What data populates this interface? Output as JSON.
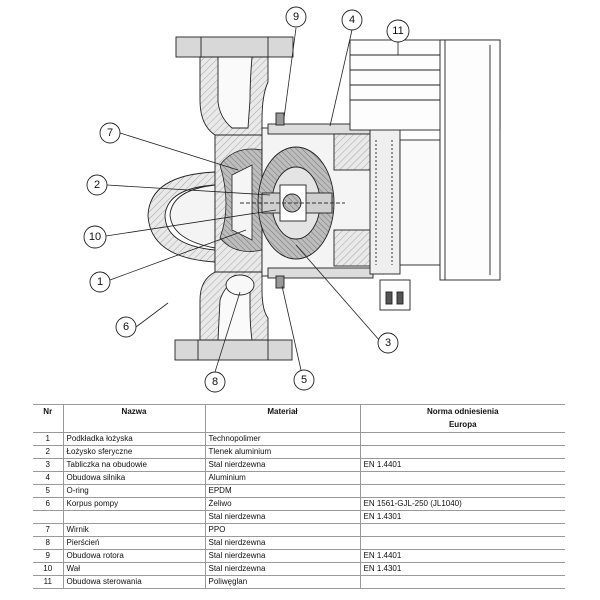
{
  "callouts": [
    "9",
    "4",
    "11",
    "7",
    "2",
    "10",
    "1",
    "6",
    "8",
    "5",
    "3"
  ],
  "table": {
    "headers": {
      "nr": "Nr",
      "name": "Nazwa",
      "material": "Materiał",
      "norm_line1": "Norma odniesienia",
      "norm_line2": "Europa"
    },
    "rows": [
      {
        "nr": "1",
        "name": "Podkładka łożyska",
        "material": "Technopolimer",
        "norm": ""
      },
      {
        "nr": "2",
        "name": "Łożysko sferyczne",
        "material": "Tlenek aluminium",
        "norm": ""
      },
      {
        "nr": "3",
        "name": "Tabliczka na obudowie",
        "material": "Stal nierdzewna",
        "norm": "EN 1.4401"
      },
      {
        "nr": "4",
        "name": "Obudowa silnika",
        "material": "Aluminium",
        "norm": ""
      },
      {
        "nr": "5",
        "name": "O-ring",
        "material": "EPDM",
        "norm": ""
      },
      {
        "nr": "6",
        "name": "Korpus pompy",
        "material": "Żeliwo",
        "norm": "EN 1561-GJL-250 (JL1040)"
      },
      {
        "nr": "",
        "name": "",
        "material": "Stal nierdzewna",
        "norm": "EN 1.4301"
      },
      {
        "nr": "7",
        "name": "Wirnik",
        "material": "PPO",
        "norm": ""
      },
      {
        "nr": "8",
        "name": "Pierścień",
        "material": "Stal nierdzewna",
        "norm": ""
      },
      {
        "nr": "9",
        "name": "Obudowa rotora",
        "material": "Stal nierdzewna",
        "norm": "EN 1.4401"
      },
      {
        "nr": "10",
        "name": "Wał",
        "material": "Stal nierdzewna",
        "norm": "EN 1.4301"
      },
      {
        "nr": "11",
        "name": "Obudowa sterowania",
        "material": "Poliwęglan",
        "norm": ""
      }
    ]
  }
}
